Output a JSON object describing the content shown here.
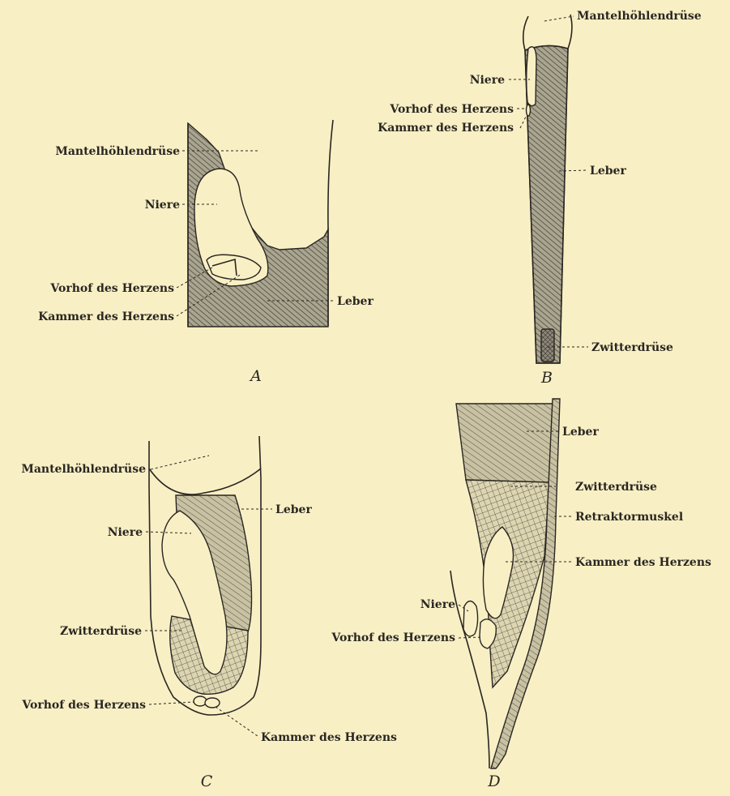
{
  "panels": {
    "A": {
      "letter": "A",
      "labels": {
        "mantel": "Mantelhöhlendrüse",
        "niere": "Niere",
        "vorhof": "Vorhof des Herzens",
        "kammer": "Kammer des Herzens",
        "leber": "Leber"
      }
    },
    "B": {
      "letter": "B",
      "labels": {
        "mantel": "Mantelhöhlendrüse",
        "niere": "Niere",
        "vorhof": "Vorhof des Herzens",
        "kammer": "Kammer des Herzens",
        "leber": "Leber",
        "zwitter": "Zwitterdrüse"
      }
    },
    "C": {
      "letter": "C",
      "labels": {
        "mantel": "Mantelhöhlendrüse",
        "niere": "Niere",
        "leber": "Leber",
        "zwitter": "Zwitterdrüse",
        "vorhof": "Vorhof des Herzens",
        "kammer": "Kammer des Herzens"
      }
    },
    "D": {
      "letter": "D",
      "labels": {
        "leber": "Leber",
        "zwitter": "Zwitterdrüse",
        "retraktor": "Retraktormuskel",
        "kammer": "Kammer des Herzens",
        "niere": "Niere",
        "vorhof": "Vorhof des Herzens"
      }
    }
  },
  "colors": {
    "paper": "#f8efc4",
    "ink": "#2a2622",
    "hatch": "#5a5650"
  }
}
